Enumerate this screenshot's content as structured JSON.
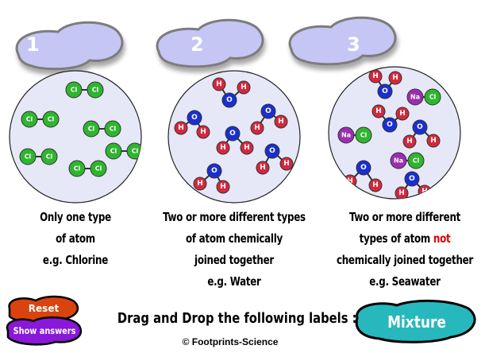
{
  "panels": [
    {
      "number": "1",
      "description": [
        "Only one type",
        "of atom",
        "e.g. Chlorine"
      ]
    },
    {
      "number": "2",
      "description": [
        "Two or more different types",
        "of atom chemically",
        "joined together",
        "e.g. Water"
      ]
    },
    {
      "number": "3",
      "description_parts": {
        "line1": "Two or more different",
        "line2_pre": "types of atom ",
        "line2_highlight": "not",
        "line3": "chemically joined together",
        "line4": "e.g. Seawater"
      }
    }
  ],
  "atoms": {
    "chlorine": "Cl",
    "hydrogen": "H",
    "oxygen": "O",
    "sodium": "Na"
  },
  "buttons": {
    "reset": "Reset",
    "show_answers": "Show answers"
  },
  "instruction": "Drag and Drop the following labels :",
  "draggable_label": "Mixture",
  "copyright": "© Footprints-Science",
  "colors": {
    "cloud_fill": "#c5c6f4",
    "cloud_border": "#7b7b7b",
    "circle_fill": "#e6e8f8",
    "chlorine": "#2fb52f",
    "hydrogen": "#d5283c",
    "oxygen": "#1a2fd0",
    "sodium": "#9a2fae",
    "reset": "#d9430f",
    "show_answers": "#8a18d8",
    "mixture": "#26b8bd",
    "highlight": "#e00000"
  }
}
